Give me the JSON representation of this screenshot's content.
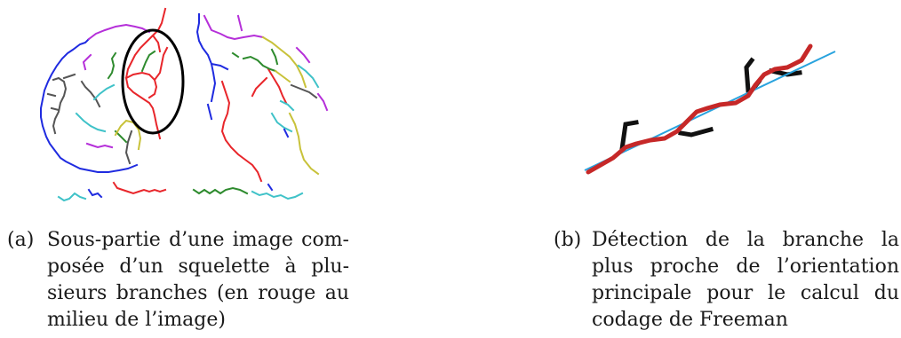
{
  "figure": {
    "panel_a": {
      "label": "(a)",
      "caption_lines": [
        "Sous-partie d’une image com-",
        "posée d’un squelette à plu-",
        "sieurs branches (en rouge au",
        "milieu de l’image)"
      ]
    },
    "panel_b": {
      "label": "(b)",
      "caption_lines": [
        "Détection de la branche la",
        "plus proche de l’orientation",
        "principale pour le calcul du",
        "codage de Freeman"
      ]
    }
  },
  "colors": {
    "skeleton_red": "#e8262b",
    "skeleton_blue": "#1f2be0",
    "skeleton_purple": "#b52fd9",
    "skeleton_green": "#2e8b2e",
    "skeleton_cyan": "#3fc2c8",
    "skeleton_olive": "#c8c23a",
    "skeleton_gray": "#555555",
    "highlight_ellipse": "#000000",
    "branch_black": "#111111",
    "selected_branch": "#c62828",
    "fit_line": "#29a3de"
  }
}
